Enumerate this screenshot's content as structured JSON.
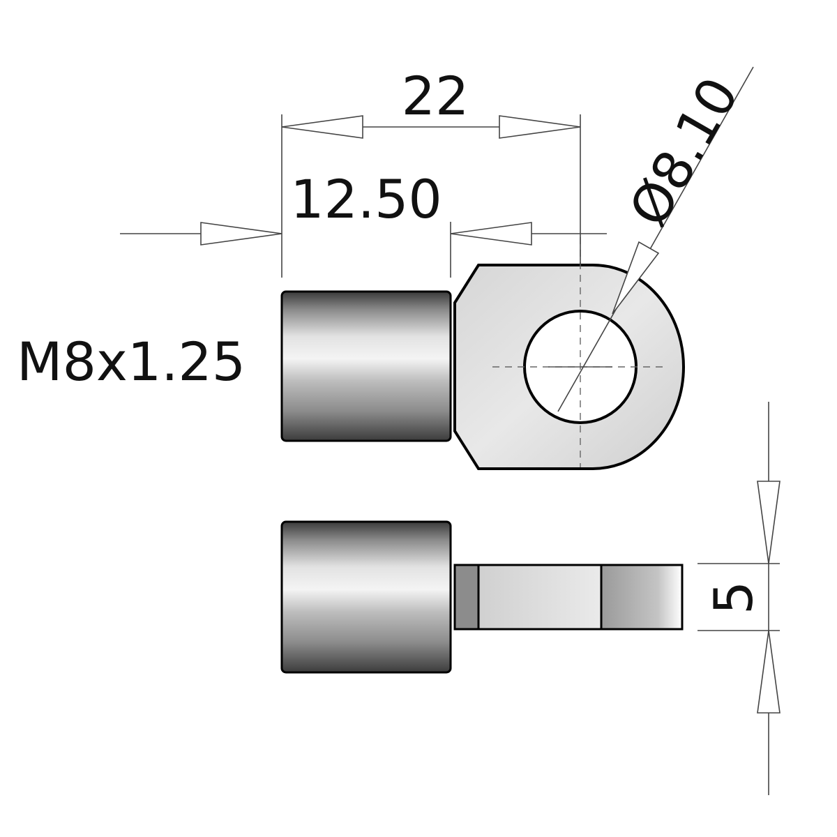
{
  "drawing": {
    "dim_total_length": "22",
    "dim_body_length": "12.50",
    "dim_hole_diameter": "Ø8.10",
    "dim_thread": "M8x1.25",
    "dim_thickness": "5"
  }
}
